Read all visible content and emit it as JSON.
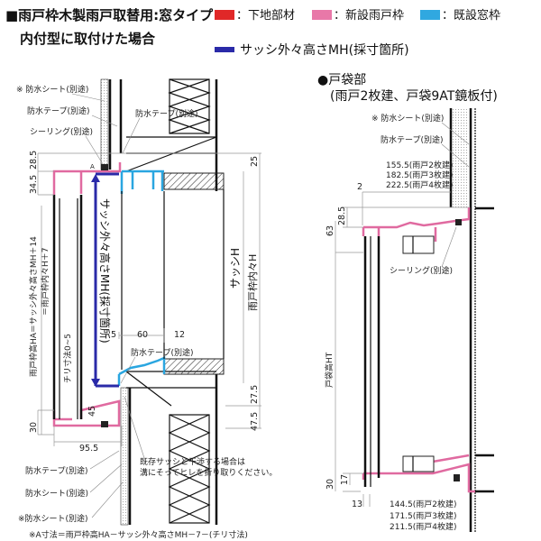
{
  "header": {
    "title_line1": "■雨戸枠木製雨戸取替用:窓タイプ",
    "title_line2": "内付型に取付けた場合"
  },
  "legend": {
    "items": [
      {
        "label": "：下地部材",
        "color": "#e02828"
      },
      {
        "label": "：新設雨戸枠",
        "color": "#e878a8"
      },
      {
        "label": "：既設窓枠",
        "color": "#30a8e0"
      }
    ],
    "measure": {
      "label": "サッシ外々高さMH(採寸箇所)",
      "color": "#2a2aa8"
    }
  },
  "left_section": {
    "labels": {
      "waterproof_sheet_note_top": "※ 防水シート(別途)",
      "waterproof_tape_top_left": "防水テープ(別途)",
      "waterproof_tape_top_center": "防水テープ(別途)",
      "sealing": "シーリング(別途)",
      "a_mark": "A",
      "measure_vertical": "サッシ外々高さMH(採寸箇所)",
      "sash_h": "サッシH",
      "inner_h": "雨戸枠内々H",
      "frame_ha": "雨戸枠高HA＝サッシ外々高さMH＋14",
      "frame_ha2": "＝雨戸枠内々H＋7",
      "chiri": "チリ寸法0~5",
      "waterproof_tape_bottom_center": "防水テープ(別途)",
      "interference_note1": "既存サッシと干渉する場合は",
      "interference_note2": "溝にそってヒレを折り取りください。",
      "waterproof_tape_bottom": "防水テープ(別途)",
      "waterproof_sheet_bottom": "防水シート(別途)",
      "waterproof_sheet_note_bottom": "※防水シート(別途)",
      "footnote": "※A寸法＝雨戸枠高HA－サッシ外々高さMH－7－(チリ寸法)"
    },
    "dims": {
      "d28_5": "28.5",
      "d34_5": "34.5",
      "d25": "25",
      "d5": "5",
      "d60": "60",
      "d12": "12",
      "d45": "45",
      "d27_5": "27.5",
      "d47_5": "47.5",
      "d30": "30",
      "d95_5": "95.5"
    }
  },
  "right_section": {
    "title": "●戸袋部",
    "subtitle": "(雨戸2枚建、戸袋9AT鏡板付)",
    "labels": {
      "waterproof_sheet_note": "※ 防水シート(別途)",
      "waterproof_tape": "防水テープ(別途)",
      "sealing": "シーリング(別途)",
      "height_ht": "戸袋高HT"
    },
    "top_widths": [
      "155.5(雨戸2枚建)",
      "182.5(雨戸3枚建)",
      "222.5(雨戸4枚建)"
    ],
    "bottom_widths": [
      "144.5(雨戸2枚建)",
      "171.5(雨戸3枚建)",
      "211.5(雨戸4枚建)"
    ],
    "dims": {
      "d2": "2",
      "d28_5": "28.5",
      "d63": "63",
      "d17": "17",
      "d30": "30",
      "d13": "13"
    }
  }
}
